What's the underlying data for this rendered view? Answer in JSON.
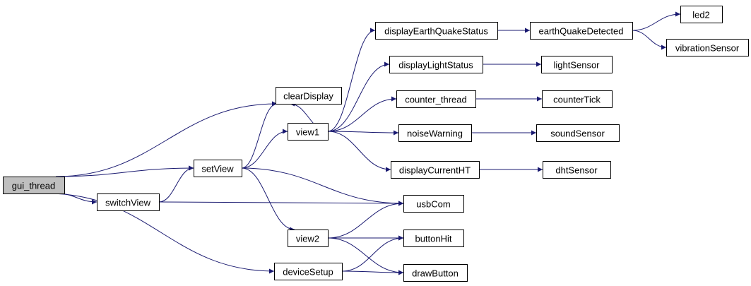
{
  "graph": {
    "colors": {
      "edge": "#191970",
      "root_fill": "#bfbfbf",
      "node_fill": "#ffffff",
      "border": "#000000"
    },
    "nodes": {
      "gui_thread": "gui_thread",
      "switchView": "switchView",
      "setView": "setView",
      "clearDisplay": "clearDisplay",
      "view1": "view1",
      "view2": "view2",
      "deviceSetup": "deviceSetup",
      "usbCom": "usbCom",
      "buttonHit": "buttonHit",
      "drawButton": "drawButton",
      "displayEarthQuakeStatus": "displayEarthQuakeStatus",
      "earthQuakeDetected": "earthQuakeDetected",
      "led2": "led2",
      "vibrationSensor": "vibrationSensor",
      "displayLightStatus": "displayLightStatus",
      "lightSensor": "lightSensor",
      "counter_thread": "counter_thread",
      "counterTick": "counterTick",
      "noiseWarning": "noiseWarning",
      "soundSensor": "soundSensor",
      "displayCurrentHT": "displayCurrentHT",
      "dhtSensor": "dhtSensor"
    },
    "edges": [
      [
        "gui_thread",
        "clearDisplay"
      ],
      [
        "gui_thread",
        "setView"
      ],
      [
        "gui_thread",
        "switchView"
      ],
      [
        "gui_thread",
        "deviceSetup"
      ],
      [
        "switchView",
        "setView"
      ],
      [
        "switchView",
        "usbCom"
      ],
      [
        "setView",
        "clearDisplay"
      ],
      [
        "setView",
        "view1"
      ],
      [
        "setView",
        "view2"
      ],
      [
        "setView",
        "usbCom"
      ],
      [
        "view1",
        "clearDisplay"
      ],
      [
        "view1",
        "displayEarthQuakeStatus"
      ],
      [
        "view1",
        "displayLightStatus"
      ],
      [
        "view1",
        "counter_thread"
      ],
      [
        "view1",
        "noiseWarning"
      ],
      [
        "view1",
        "displayCurrentHT"
      ],
      [
        "view2",
        "usbCom"
      ],
      [
        "view2",
        "buttonHit"
      ],
      [
        "view2",
        "drawButton"
      ],
      [
        "deviceSetup",
        "buttonHit"
      ],
      [
        "deviceSetup",
        "drawButton"
      ],
      [
        "displayEarthQuakeStatus",
        "earthQuakeDetected"
      ],
      [
        "earthQuakeDetected",
        "led2"
      ],
      [
        "earthQuakeDetected",
        "vibrationSensor"
      ],
      [
        "displayLightStatus",
        "lightSensor"
      ],
      [
        "counter_thread",
        "counterTick"
      ],
      [
        "noiseWarning",
        "soundSensor"
      ],
      [
        "displayCurrentHT",
        "dhtSensor"
      ]
    ]
  }
}
